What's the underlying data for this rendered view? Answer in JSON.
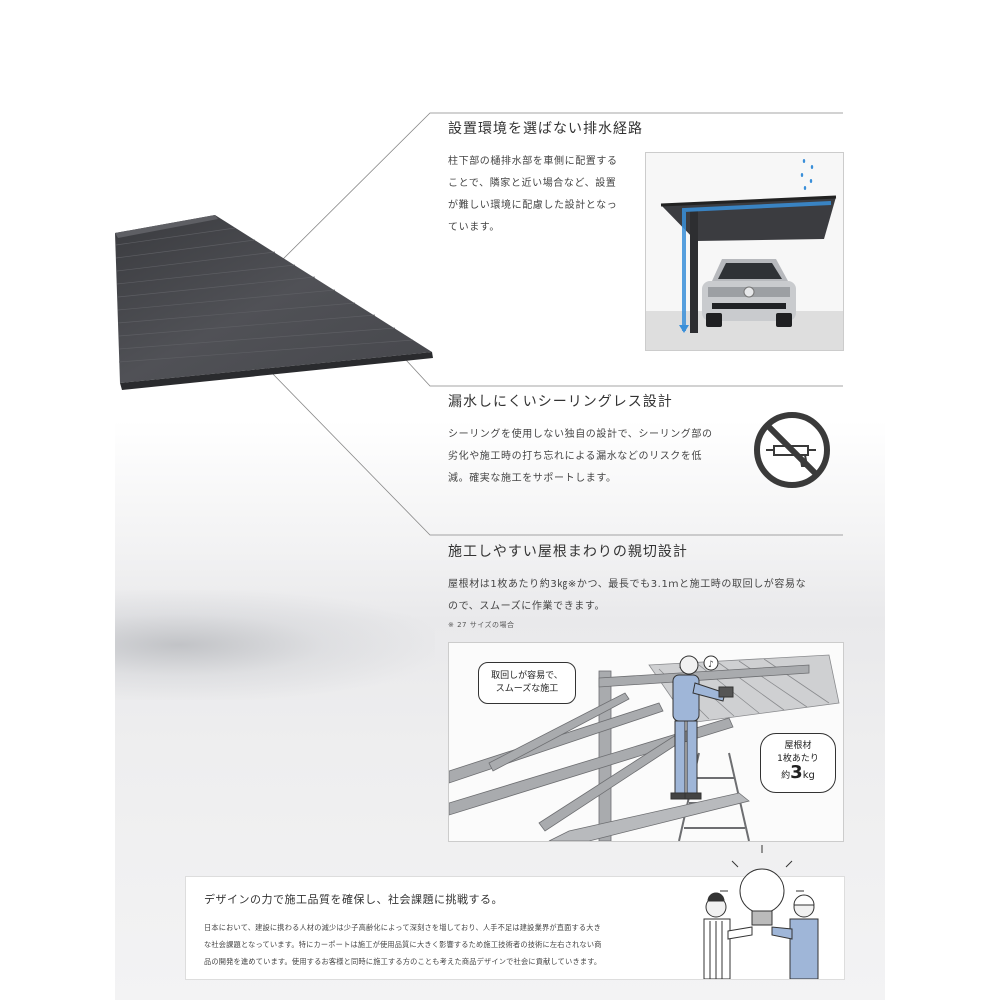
{
  "sections": [
    {
      "heading": "設置環境を選ばない排水経路",
      "lines": [
        "柱下部の樋排水部を車側に配置する",
        "ことで、隣家と近い場合など、設置",
        "が難しい環境に配慮した設計となっ",
        "ています。"
      ]
    },
    {
      "heading": "漏水しにくいシーリングレス設計",
      "lines": [
        "シーリングを使用しない独自の設計で、シーリング部の",
        "劣化や施工時の打ち忘れによる漏水などのリスクを低",
        "減。確実な施工をサポートします。"
      ]
    },
    {
      "heading": "施工しやすい屋根まわりの親切設計",
      "lines": [
        "屋根材は1枚あたり約3㎏※かつ、最長でも3.1ｍと施工時の取回しが容易な",
        "ので、スムーズに作業できます。"
      ],
      "note": "※ 27 サイズの場合"
    }
  ],
  "bubbles": {
    "left_lines": [
      "取回しが容易で、",
      "スムーズな施工"
    ],
    "right_line1": "屋根材",
    "right_line2": "1枚あたり",
    "right_prefix": "約",
    "right_number": "3",
    "right_unit": "kg"
  },
  "bottom": {
    "title": "デザインの力で施工品質を確保し、社会課題に挑戦する。",
    "lines": [
      "日本において、建設に携わる人材の減少は少子高齢化によって深刻さを増しており、人手不足は建設業界が直面する大き",
      "な社会課題となっています。特にカーポートは施工が使用品質に大きく影響するため施工技術者の技術に左右されない商",
      "品の開発を進めています。使用するお客様と同時に施工する方のことも考えた商品デザインで社会に貢献していきます。"
    ]
  },
  "colors": {
    "roof_dark": "#3b3c40",
    "roof_light": "#55565b",
    "drain_blue": "#3a8fd9",
    "ban_red": "#3a3a3a"
  }
}
